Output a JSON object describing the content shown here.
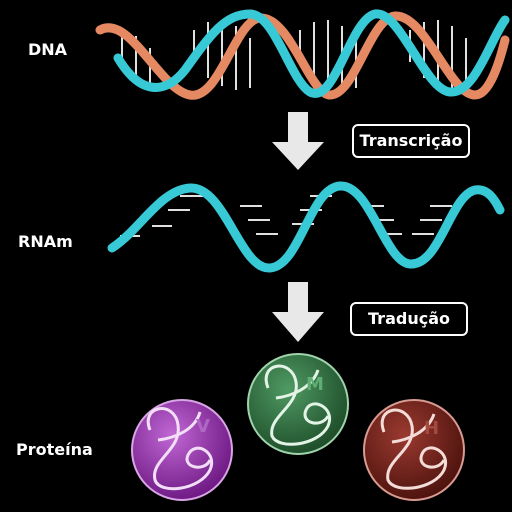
{
  "labels": {
    "dna": "DNA",
    "rna": "RNAm",
    "protein": "Proteína"
  },
  "steps": {
    "transcription": "Transcrição",
    "translation": "Tradução"
  },
  "proteins": [
    {
      "letter": "V",
      "color": "#9b2fb0"
    },
    {
      "letter": "M",
      "color": "#2e6b3d"
    },
    {
      "letter": "H",
      "color": "#6b1d17"
    }
  ],
  "colors": {
    "strand_cyan": "#38c9d6",
    "strand_orange": "#e58962",
    "rung": "#e0e0e0",
    "arrow": "#e8e8e8",
    "text": "#ffffff"
  },
  "icons": [
    "dna-double-helix-icon",
    "mrna-single-strand-icon",
    "down-arrow-icon",
    "protein-ribbon-icon"
  ]
}
